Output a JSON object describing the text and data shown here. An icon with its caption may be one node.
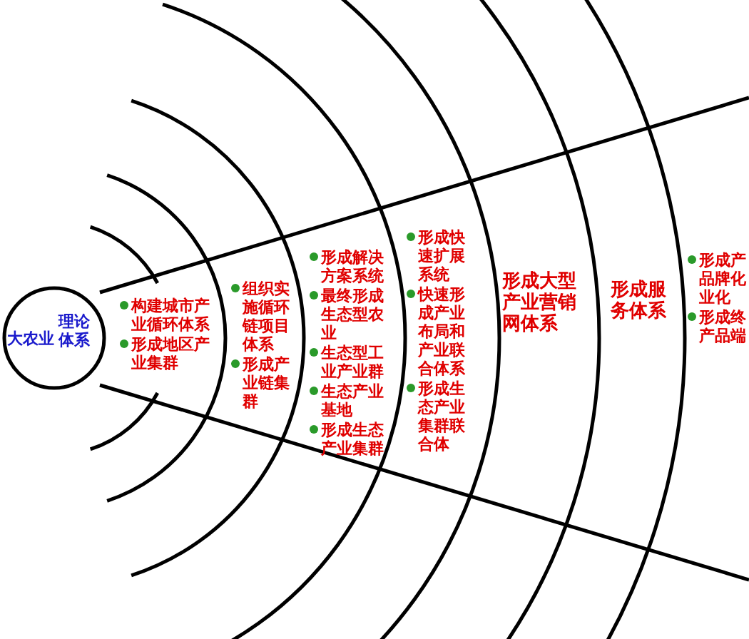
{
  "diagram": {
    "nodes": [
      {
        "text": [
          "大农业",
          "理论体系"
        ]
      },
      {
        "text": [
          "构建城市产业循环体系",
          "形成地区产业集群"
        ]
      },
      {
        "text": [
          "组织实施循环链项目体系",
          "形成产业链集群"
        ]
      },
      {
        "text": [
          "形成解决方案系统",
          "最终形成生态型农业",
          "生态型工业产业群",
          "生态产业基地",
          "形成生态产业集群"
        ]
      },
      {
        "text": [
          "形成快速扩展系统",
          "快速形成产业布局和产业联合体系",
          "形成生态产业集群联合体"
        ]
      },
      {
        "text": [
          "形成大型产业营销网体系"
        ]
      },
      {
        "text": [
          "形成服务体系"
        ]
      },
      {
        "text": [
          "形成产品牌化业化",
          "形成终产品端"
        ]
      }
    ]
  }
}
